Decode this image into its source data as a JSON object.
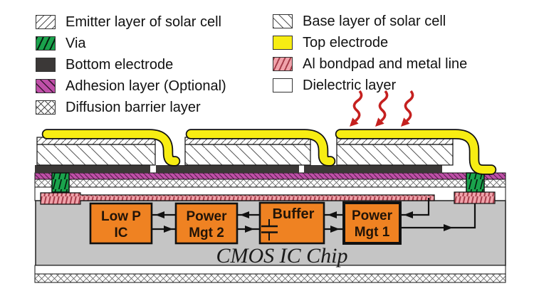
{
  "legend": {
    "items_left": [
      {
        "id": "emitter",
        "label": "Emitter layer of solar cell"
      },
      {
        "id": "via",
        "label": "Via"
      },
      {
        "id": "bottom-electrode",
        "label": "Bottom electrode"
      },
      {
        "id": "adhesion",
        "label": "Adhesion layer (Optional)"
      },
      {
        "id": "diffusion",
        "label": "Diffusion barrier layer"
      }
    ],
    "items_right": [
      {
        "id": "base",
        "label": "Base layer of solar cell"
      },
      {
        "id": "top-electrode",
        "label": "Top electrode"
      },
      {
        "id": "al-bondpad",
        "label": "Al bondpad and metal line"
      },
      {
        "id": "dielectric",
        "label": "Dielectric layer"
      }
    ]
  },
  "diagram": {
    "chip_label": "CMOS IC Chip",
    "blocks": {
      "low_p_ic": {
        "line1": "Low P",
        "line2": "IC"
      },
      "power_mgt_2": {
        "line1": "Power",
        "line2": "Mgt 2"
      },
      "buffer": {
        "line1": "Buffer"
      },
      "power_mgt_1": {
        "line1": "Power",
        "line2": "Mgt 1"
      }
    },
    "light_arrows_count": "3"
  },
  "colors": {
    "top_electrode": "#f7ed13",
    "via_green": "#1aa34c",
    "bottom_electrode": "#3b3837",
    "adhesion_magenta": "#bf4fa8",
    "bondpad_pink": "#f0a3ab",
    "bondpad_hatch": "#a63d4a",
    "ic_block_orange": "#ef8222",
    "chip_gray": "#c5c5c5",
    "light_arrow_red": "#c5201f"
  }
}
